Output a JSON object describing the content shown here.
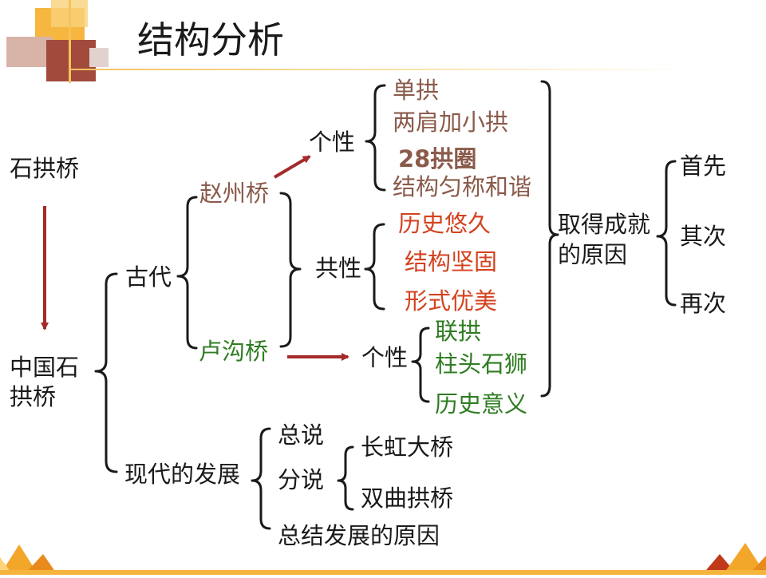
{
  "title": "结构分析",
  "root": {
    "top": "石拱桥",
    "bottom_line1": "中国石",
    "bottom_line2": "拱桥"
  },
  "ancient": {
    "label": "古代",
    "zhaozhou": {
      "label": "赵州桥",
      "trait_label": "个性",
      "traits": [
        "单拱",
        "两肩加小拱",
        "28拱圈",
        "结构匀称和谐"
      ]
    },
    "common": {
      "label": "共性",
      "items": [
        "历史悠久",
        "结构坚固",
        "形式优美"
      ]
    },
    "lugou": {
      "label": "卢沟桥",
      "trait_label": "个性",
      "traits": [
        "联拱",
        "柱头石狮",
        "历史意义"
      ]
    },
    "result": {
      "line1": "取得成就",
      "line2": "的原因"
    },
    "reasons": [
      "首先",
      "其次",
      "再次"
    ]
  },
  "modern": {
    "label": "现代的发展",
    "general": "总说",
    "detail": "分说",
    "detail_items": [
      "长虹大桥",
      "双曲拱桥"
    ],
    "summary": "总结发展的原因"
  },
  "colors": {
    "text": "#1a1a1a",
    "brown": "#8a5a4a",
    "red": "#d4421f",
    "green": "#2f7d23",
    "arrow": "#a52a2a",
    "accent_gold": "#f5b53d"
  }
}
